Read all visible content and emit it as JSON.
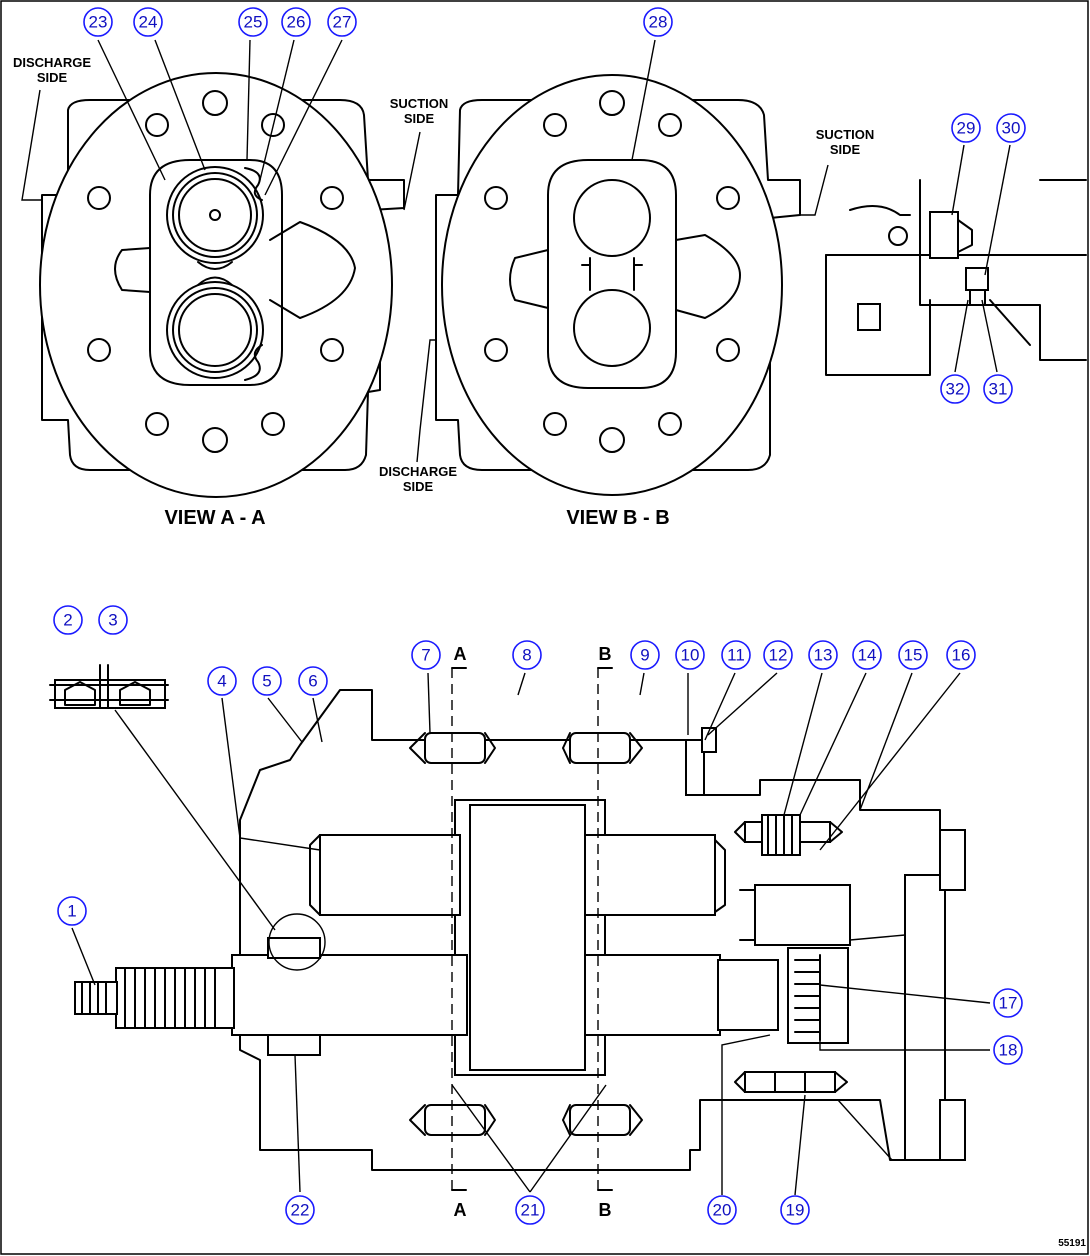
{
  "labels": {
    "discharge_side": "DISCHARGE SIDE",
    "suction_side": "SUCTION SIDE",
    "view_a": "VIEW A - A",
    "view_b": "VIEW B - B",
    "section_a": "A",
    "section_b": "B",
    "figure_id": "55191"
  },
  "callouts": [
    "1",
    "2",
    "3",
    "4",
    "5",
    "6",
    "7",
    "8",
    "9",
    "10",
    "11",
    "12",
    "13",
    "14",
    "15",
    "16",
    "17",
    "18",
    "19",
    "20",
    "21",
    "22",
    "23",
    "24",
    "25",
    "26",
    "27",
    "28",
    "29",
    "30",
    "31",
    "32"
  ]
}
